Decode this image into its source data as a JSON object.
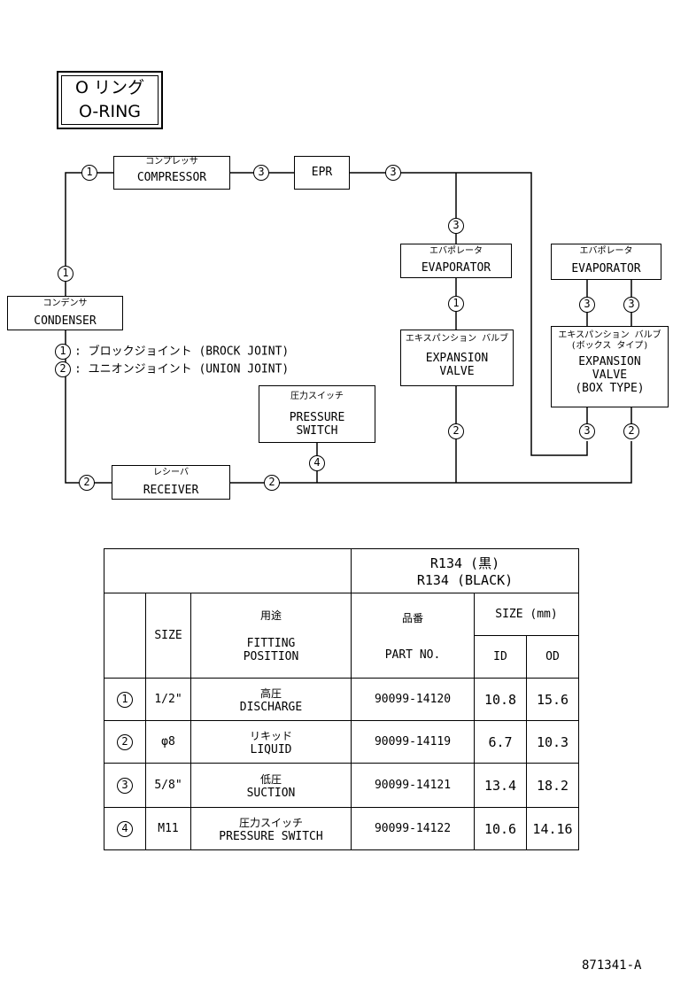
{
  "title": {
    "jp": "O リング",
    "en": "O-RING"
  },
  "components": {
    "compressor": {
      "jp": "コンプレッサ",
      "en": "COMPRESSOR"
    },
    "epr": {
      "en": "EPR"
    },
    "evaporator_1": {
      "jp": "エバポレータ",
      "en": "EVAPORATOR"
    },
    "evaporator_2": {
      "jp": "エバポレータ",
      "en": "EVAPORATOR"
    },
    "condenser": {
      "jp": "コンデンサ",
      "en": "CONDENSER"
    },
    "expansion_valve": {
      "jp": "エキスパンション バルブ",
      "en1": "EXPANSION",
      "en2": "VALVE"
    },
    "expansion_valve_box": {
      "jp1": "エキスパンション バルブ",
      "jp2": "(ボックス タイプ)",
      "en1": "EXPANSION",
      "en2": "VALVE",
      "en3": "(BOX TYPE)"
    },
    "pressure_switch": {
      "jp": "圧力スイッチ",
      "en1": "PRESSURE",
      "en2": "SWITCH"
    },
    "receiver": {
      "jp": "レシーバ",
      "en": "RECEIVER"
    }
  },
  "markers": {
    "m1": "1",
    "m2": "2",
    "m3": "3",
    "m4": "4"
  },
  "legend": [
    {
      "num": "1",
      "text": ": ブロックジョイント (BROCK JOINT)"
    },
    {
      "num": "2",
      "text": ": ユニオンジョイント (UNION JOINT)"
    }
  ],
  "table": {
    "refrigerant_jp": "R134 (黒)",
    "refrigerant_en": "R134 (BLACK)",
    "headers": {
      "size": "SIZE",
      "fitting_jp": "用途",
      "fitting_en1": "FITTING",
      "fitting_en2": "POSITION",
      "part_jp": "品番",
      "part_en": "PART NO.",
      "size_mm": "SIZE (mm)",
      "id": "ID",
      "od": "OD"
    },
    "rows": [
      {
        "num": "1",
        "size": "1/2\"",
        "jp": "高圧",
        "en": "DISCHARGE",
        "part": "90099-14120",
        "id": "10.8",
        "od": "15.6"
      },
      {
        "num": "2",
        "size": "φ8",
        "jp": "リキッド",
        "en": "LIQUID",
        "part": "90099-14119",
        "id": "6.7",
        "od": "10.3"
      },
      {
        "num": "3",
        "size": "5/8\"",
        "jp": "低圧",
        "en": "SUCTION",
        "part": "90099-14121",
        "id": "13.4",
        "od": "18.2"
      },
      {
        "num": "4",
        "size": "M11",
        "jp": "圧力スイッチ",
        "en": "PRESSURE SWITCH",
        "part": "90099-14122",
        "id": "10.6",
        "od": "14.16"
      }
    ]
  },
  "figure_code": "871341-A"
}
